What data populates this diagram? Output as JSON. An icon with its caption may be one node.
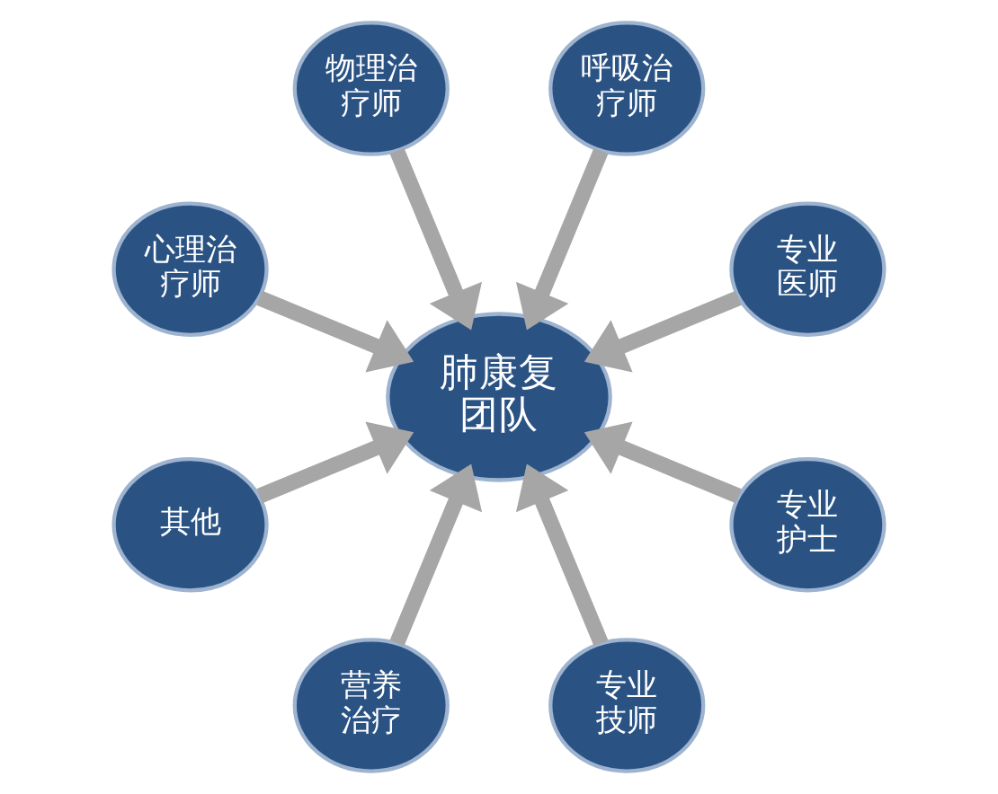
{
  "diagram": {
    "nodes": [
      {
        "text": [
          "肺康复团队"
        ]
      },
      {
        "text": [
          "专业医师"
        ]
      },
      {
        "text": [
          "呼吸治疗师"
        ]
      },
      {
        "text": [
          "物理治疗师"
        ]
      },
      {
        "text": [
          "心理治疗师"
        ]
      },
      {
        "text": [
          "其他"
        ]
      },
      {
        "text": [
          "营养治疗"
        ]
      },
      {
        "text": [
          "专业技师"
        ]
      },
      {
        "text": [
          "专业护士"
        ]
      }
    ],
    "edges": [
      {
        "from": 1,
        "to": 0,
        "arrow": "to"
      },
      {
        "from": 2,
        "to": 0,
        "arrow": "to"
      },
      {
        "from": 3,
        "to": 0,
        "arrow": "to"
      },
      {
        "from": 4,
        "to": 0,
        "arrow": "to"
      },
      {
        "from": 5,
        "to": 0,
        "arrow": "to"
      },
      {
        "from": 6,
        "to": 0,
        "arrow": "to"
      },
      {
        "from": 7,
        "to": 0,
        "arrow": "to"
      },
      {
        "from": 8,
        "to": 0,
        "arrow": "to"
      }
    ]
  }
}
